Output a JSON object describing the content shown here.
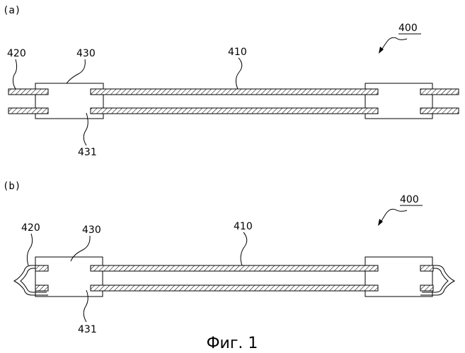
{
  "panels": [
    {
      "tag": "(a)",
      "labels": {
        "assembly": "400",
        "outer_tube": "420",
        "sleeve": "430",
        "main_tube": "410",
        "sleeve_gap": "431"
      }
    },
    {
      "tag": "(b)",
      "labels": {
        "assembly": "400",
        "outer_tube": "420",
        "sleeve": "430",
        "main_tube": "410",
        "sleeve_gap": "431"
      }
    }
  ],
  "caption": "Фиг. 1"
}
